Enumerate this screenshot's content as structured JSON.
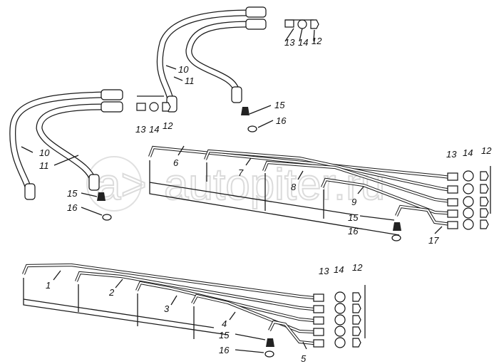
{
  "watermark": {
    "logo": "(a>",
    "text": "autopiter.ru"
  },
  "groups": {
    "top": {
      "labels": [
        "13",
        "14",
        "12",
        "10",
        "11",
        "15",
        "16"
      ]
    },
    "middle_left": {
      "labels": [
        "13",
        "14",
        "12",
        "10",
        "11",
        "15",
        "16"
      ]
    },
    "middle_right": {
      "labels": [
        "6",
        "7",
        "8",
        "9",
        "13",
        "14",
        "12",
        "15",
        "16",
        "17"
      ]
    },
    "bottom": {
      "labels": [
        "1",
        "2",
        "3",
        "4",
        "5",
        "13",
        "14",
        "12",
        "15",
        "16"
      ]
    }
  }
}
